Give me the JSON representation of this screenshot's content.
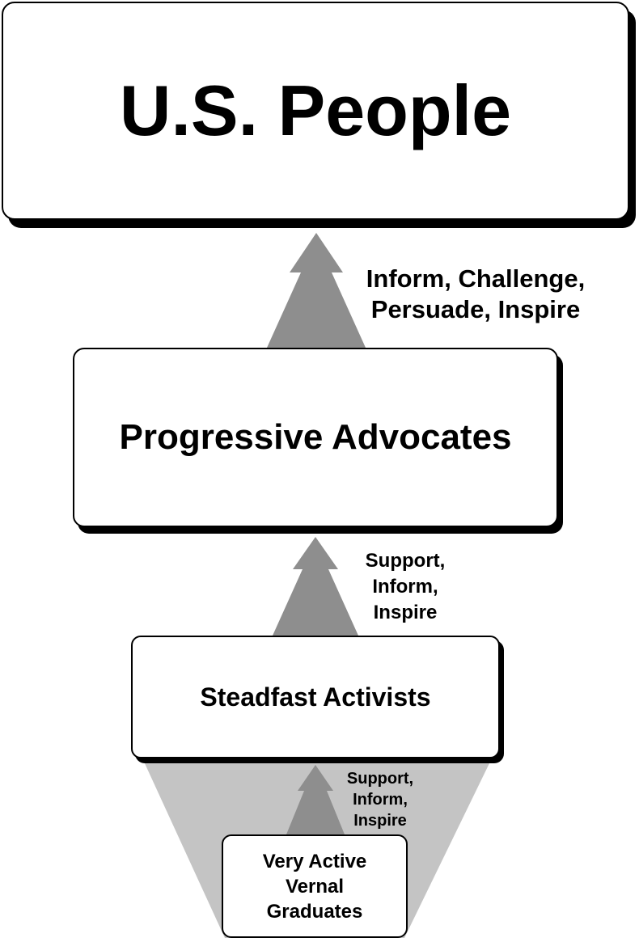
{
  "diagram": {
    "nodes": {
      "us_people": "U.S. People",
      "progressive_advocates": "Progressive Advocates",
      "steadfast_activists": "Steadfast Activists",
      "graduates_lines": [
        "Very Active",
        "Vernal",
        "Graduates"
      ]
    },
    "edges": {
      "advocates_to_people": [
        "Inform, Challenge,",
        "Persuade, Inspire"
      ],
      "activists_to_advocates": [
        "Support,",
        "Inform,",
        "Inspire"
      ],
      "graduates_to_activists": [
        "Support,",
        "Inform,",
        "Inspire"
      ]
    }
  },
  "colors": {
    "arrow_dark": "#8e8e8e",
    "funnel_light": "#c4c4c4",
    "border": "#000000",
    "background": "#ffffff"
  }
}
